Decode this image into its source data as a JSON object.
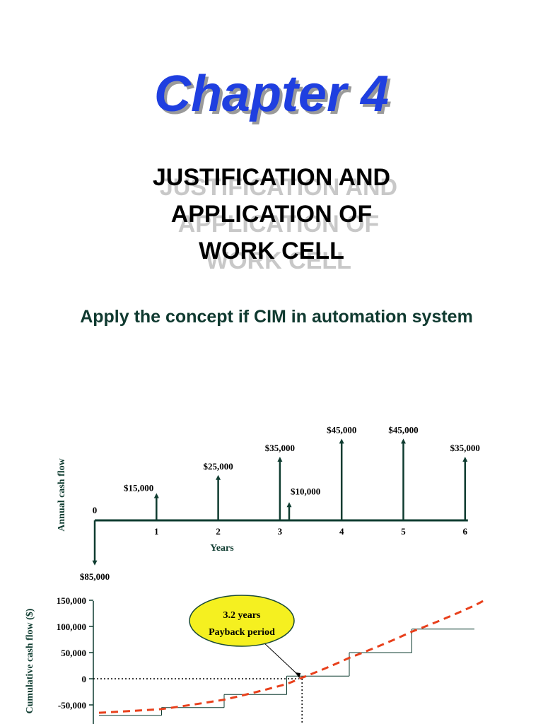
{
  "slide": {
    "chapter": "Chapter 4",
    "subtitle_lines": [
      "JUSTIFICATION AND",
      "APPLICATION OF",
      "WORK CELL"
    ],
    "tagline": "Apply the concept if CIM in automation system"
  },
  "colors": {
    "chapter": "#1f3fe0",
    "tagline": "#103a30",
    "axis": "#0f3c30",
    "curve": "#e8401c",
    "payback_bubble": "#f5f020"
  },
  "chart_data": [
    {
      "type": "bar",
      "ylabel": "Annual cash flow",
      "xlabel": "Years",
      "x_ticks": [
        "0",
        "1",
        "2",
        "3",
        "4",
        "5",
        "6"
      ],
      "points": [
        {
          "x": 0,
          "value": -85000,
          "label": "$85,000"
        },
        {
          "x": 1,
          "value": 15000,
          "label": "$15,000"
        },
        {
          "x": 2,
          "value": 25000,
          "label": "$25,000"
        },
        {
          "x": 3,
          "value": 35000,
          "label": "$35,000"
        },
        {
          "x": 3.15,
          "value": 10000,
          "label": "$10,000"
        },
        {
          "x": 4,
          "value": 45000,
          "label": "$45,000"
        },
        {
          "x": 5,
          "value": 45000,
          "label": "$45,000"
        },
        {
          "x": 6,
          "value": 35000,
          "label": "$35,000"
        }
      ]
    },
    {
      "type": "line",
      "ylabel": "Cumulative cash flow ($)",
      "y_ticks": [
        {
          "value": 150000,
          "label": "150,000"
        },
        {
          "value": 100000,
          "label": "100,000"
        },
        {
          "value": 50000,
          "label": "50,000"
        },
        {
          "value": 0,
          "label": "0"
        },
        {
          "value": -50000,
          "label": "-50,000"
        }
      ],
      "steps": [
        {
          "x": [
            0,
            1
          ],
          "value": -70000
        },
        {
          "x": [
            1,
            2
          ],
          "value": -55000
        },
        {
          "x": [
            2,
            3
          ],
          "value": -30000
        },
        {
          "x": [
            3,
            4
          ],
          "value": 5000
        },
        {
          "x": [
            4,
            5
          ],
          "value": 50000
        },
        {
          "x": [
            5,
            6
          ],
          "value": 95000
        }
      ],
      "curve_series": [
        {
          "x": 0,
          "value": -65000
        },
        {
          "x": 1,
          "value": -58000
        },
        {
          "x": 2,
          "value": -40000
        },
        {
          "x": 3,
          "value": -10000
        },
        {
          "x": 3.2,
          "value": 0
        },
        {
          "x": 4,
          "value": 40000
        },
        {
          "x": 5,
          "value": 90000
        },
        {
          "x": 6,
          "value": 140000
        },
        {
          "x": 6.2,
          "value": 153000
        }
      ],
      "payback_years": 3.2,
      "annotation": [
        "3.2 years",
        "Payback period"
      ]
    }
  ]
}
